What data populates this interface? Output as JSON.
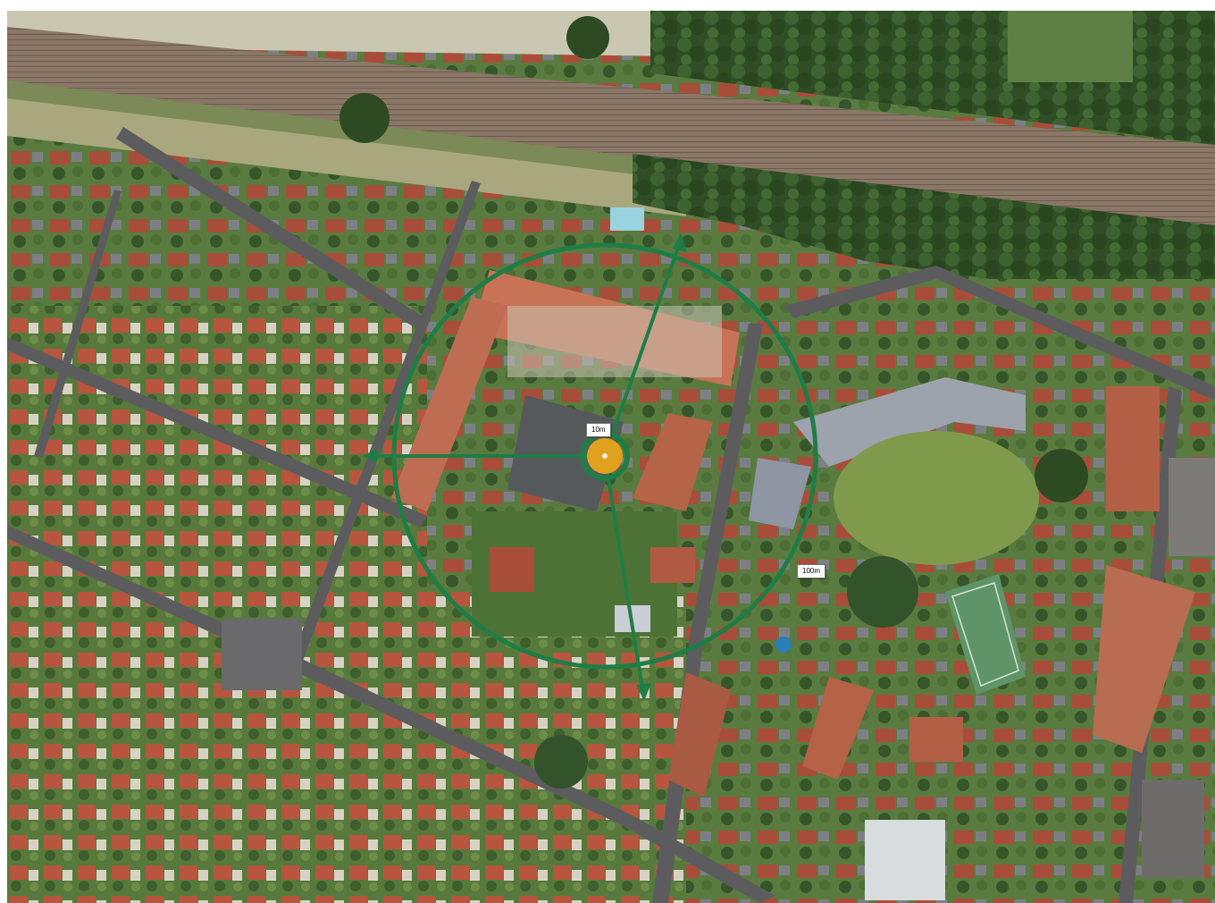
{
  "map": {
    "type": "aerial-imagery",
    "overlay_color": "#1f7d46",
    "center_marker_color": "#e0a21e",
    "labels": {
      "inner_radius": "10m",
      "outer_radius": "100m"
    }
  }
}
